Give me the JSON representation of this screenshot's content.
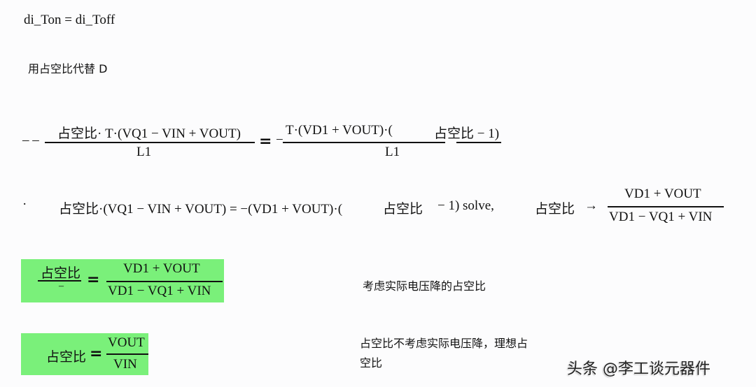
{
  "line1": {
    "text": "di_Ton = di_Toff"
  },
  "line2": {
    "text": "用占空比代替 D"
  },
  "eq1": {
    "lead": "– –",
    "lhs_numerator": "占空比· T·(VQ1 − VIN + VOUT)",
    "lhs_denominator": "L1",
    "equals": "=",
    "minus": "−",
    "rhs_numerator_a": "T·(VD1 + VOUT)·(",
    "rhs_numerator_b": "占空比 − 1)",
    "rhs_denominator": "L1"
  },
  "eq2": {
    "bullet": "·",
    "lhs": "占空比·(VQ1 − VIN + VOUT) = −(VD1 + VOUT)·(",
    "mid": "占空比",
    "tail": "− 1) solve,",
    "var": "占空比",
    "arrow": "→",
    "numerator": "VD1 + VOUT",
    "denominator": "VD1 − VQ1 + VIN"
  },
  "box1": {
    "lhs": "占空比",
    "lhs_sub": "–",
    "equals": "=",
    "numerator": "VD1 + VOUT",
    "denominator": "VD1 − VQ1 + VIN",
    "note": "考虑实际电压降的占空比",
    "color": "#7af07a"
  },
  "box2": {
    "lhs": "占空比",
    "equals": "=",
    "numerator": "VOUT",
    "denominator": "VIN",
    "note_line1": "占空比不考虑实际电压降，理想占",
    "note_line2": "空比",
    "color": "#7af07a"
  },
  "watermark": {
    "text": "头条 @李工谈元器件"
  }
}
